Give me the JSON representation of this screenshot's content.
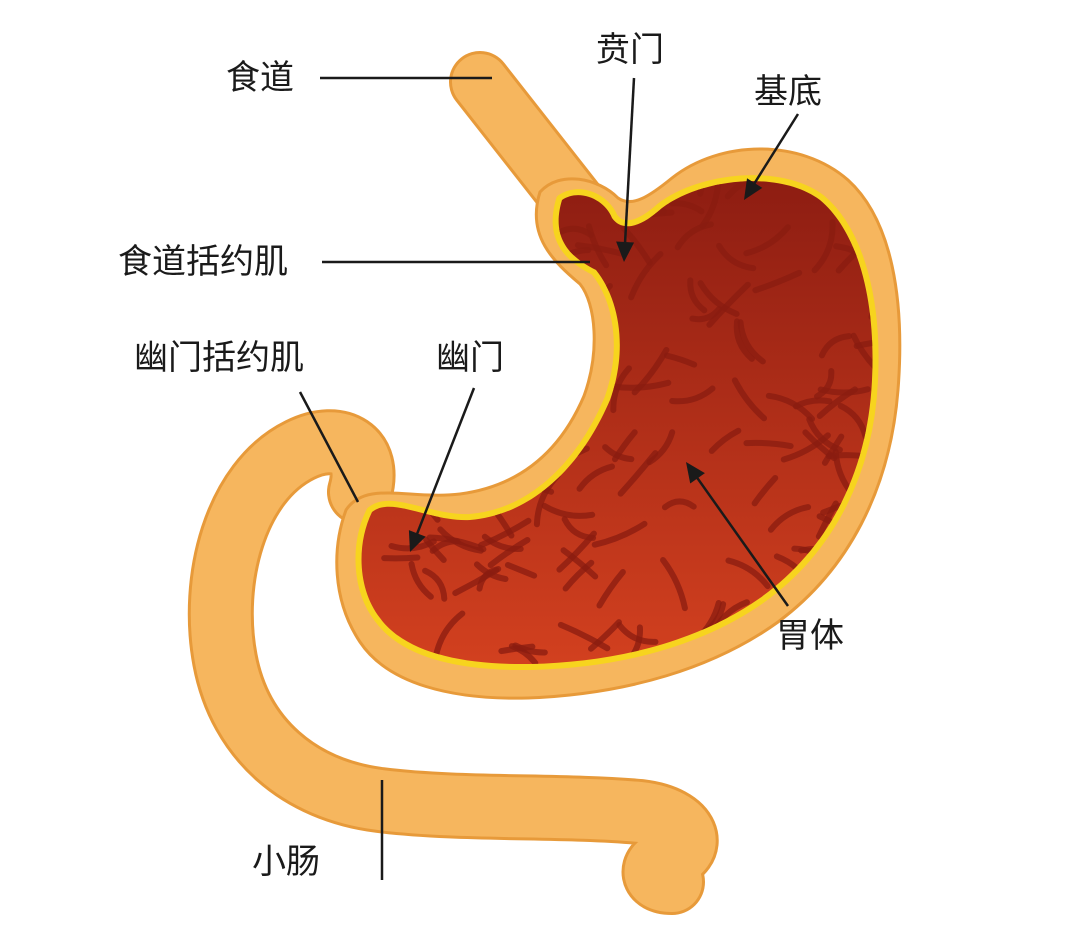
{
  "labels": {
    "esophagus": "食道",
    "cardia": "贲门",
    "fundus": "基底",
    "lower_esophageal_sphincter": "食道括约肌",
    "pyloric_sphincter": "幽门括约肌",
    "pylorus": "幽门",
    "body": "胃体",
    "small_intestine": "小肠"
  },
  "colors": {
    "outer_wall": "#F6B65E",
    "outer_wall_edge": "#E79A3A",
    "lining": "#F7D41E",
    "inner_top": "#8E1D12",
    "inner_bottom": "#D2401F",
    "rugae": "#8A1C10",
    "leader": "#1a1a1a"
  }
}
